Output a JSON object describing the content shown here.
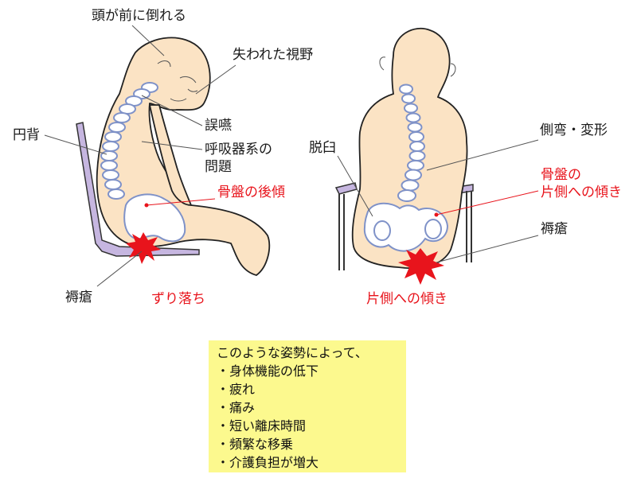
{
  "left_figure": {
    "head_tilt": "頭が前に倒れる",
    "lost_vision": "失われた視野",
    "aspiration": "誤嚥",
    "respiratory_line1": "呼吸器系の",
    "respiratory_line2": "問題",
    "kyphosis": "円背",
    "pelvic_tilt_back": "骨盤の後傾",
    "pressure_ulcer": "褥瘡",
    "sliding": "ずり落ち"
  },
  "right_figure": {
    "dislocation": "脱臼",
    "scoliosis": "側弯・変形",
    "pelvic_tilt_side_line1": "骨盤の",
    "pelvic_tilt_side_line2": "片側への傾き",
    "pressure_ulcer": "褥瘡",
    "side_lean": "片側への傾き"
  },
  "info_box": {
    "intro": "このような姿勢によって、",
    "items": [
      "身体機能の低下",
      "疲れ",
      "痛み",
      "短い離床時間",
      "頻繁な移乗",
      "介護負担が増大"
    ]
  },
  "colors": {
    "skin": "#fbe3c4",
    "bone_outline": "#7f92c8",
    "chair": "#c6b6e0",
    "warning_red": "#e8141c",
    "box_yellow": "#fcf98e"
  }
}
